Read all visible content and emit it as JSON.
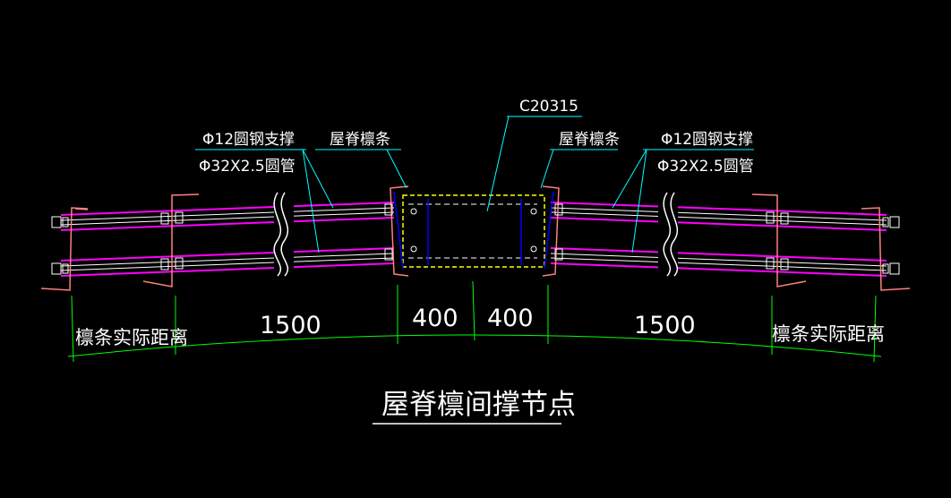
{
  "labels": {
    "left_rod": "Φ12圆钢支撑",
    "left_tube": "Φ32X2.5圆管",
    "left_purlin": "屋脊檩条",
    "center_section": "C20315",
    "right_purlin": "屋脊檩条",
    "right_rod": "Φ12圆钢支撑",
    "right_tube": "Φ32X2.5圆管"
  },
  "dimensions": {
    "left_actual": "檩条实际距离",
    "left_1500": "1500",
    "left_400": "400",
    "right_400": "400",
    "right_1500": "1500",
    "right_actual": "檩条实际距离"
  },
  "title": "屋脊檩间撑节点",
  "colors": {
    "background": "#000000",
    "brace": "#ff00ff",
    "tube_lines": "#ffffff",
    "leader": "#00ffff",
    "dimension": "#00ff00",
    "purlin": "#ff8080",
    "center_box": "#ffff00",
    "plate": "#0000ff",
    "text": "#ffffff"
  }
}
